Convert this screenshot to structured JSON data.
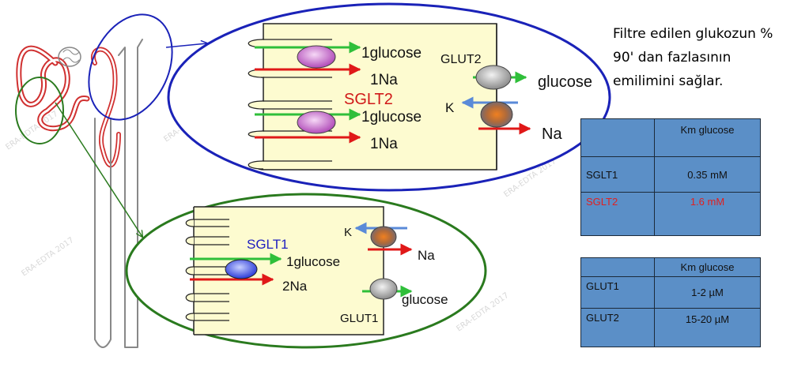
{
  "watermark": "ERA-EDTA 2017",
  "top_panel": {
    "sglt_label": "SGLT2",
    "rows": [
      "1glucose",
      "1Na",
      "1glucose",
      "1Na"
    ],
    "glut_label": "GLUT2",
    "glut_substrate": "glucose",
    "pump_k": "K",
    "pump_na": "Na"
  },
  "bottom_panel": {
    "sglt_label": "SGLT1",
    "rows": [
      "1glucose",
      "2Na"
    ],
    "pump_k": "K",
    "pump_na": "Na",
    "glut_label": "GLUT1",
    "glut_substrate": "glucose"
  },
  "note": {
    "lines": [
      "Filtre edilen glukozun %",
      "90' dan fazlasının",
      "emilimini  sağlar."
    ]
  },
  "km_table_1": {
    "header": [
      "",
      "Km glucose"
    ],
    "rows": [
      {
        "name": "SGLT1",
        "value": "0.35 mM"
      },
      {
        "name": "SGLT2",
        "value": "1.6 mM"
      }
    ]
  },
  "km_table_2": {
    "header": [
      "",
      "Km glucose"
    ],
    "rows": [
      {
        "name": "GLUT1",
        "value": "1-2 µM"
      },
      {
        "name": "GLUT2",
        "value": "15-20 µM"
      }
    ]
  },
  "colors": {
    "blue_oval": "#1a22b8",
    "green_oval": "#2a7a1e",
    "cell_fill": "#fdfbd0",
    "arrow_green": "#2fbf3a",
    "arrow_red": "#e01818",
    "arrow_k": "#5a8ad8",
    "sglt2_label": "#d01818",
    "sglt1_label": "#2020c0",
    "sglt2_transporter": "#cc66cc",
    "sglt1_transporter": "#4a5ae8",
    "glut_transporter": "#a8a8a8",
    "pump_transporter": "#d8782a",
    "table_fill": "#5b8fc7",
    "nephron": "#d03030"
  }
}
